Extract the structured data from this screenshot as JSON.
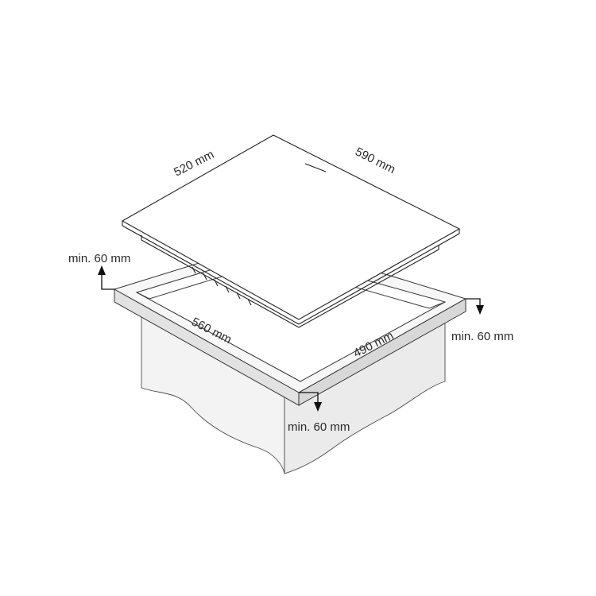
{
  "dimensions": {
    "hob_depth": "520 mm",
    "hob_width": "590 mm",
    "cutout_width": "560 mm",
    "cutout_depth": "490 mm",
    "clearance_back": "min. 60 mm",
    "clearance_side": "min. 60 mm",
    "clearance_front": "min. 60 mm"
  }
}
